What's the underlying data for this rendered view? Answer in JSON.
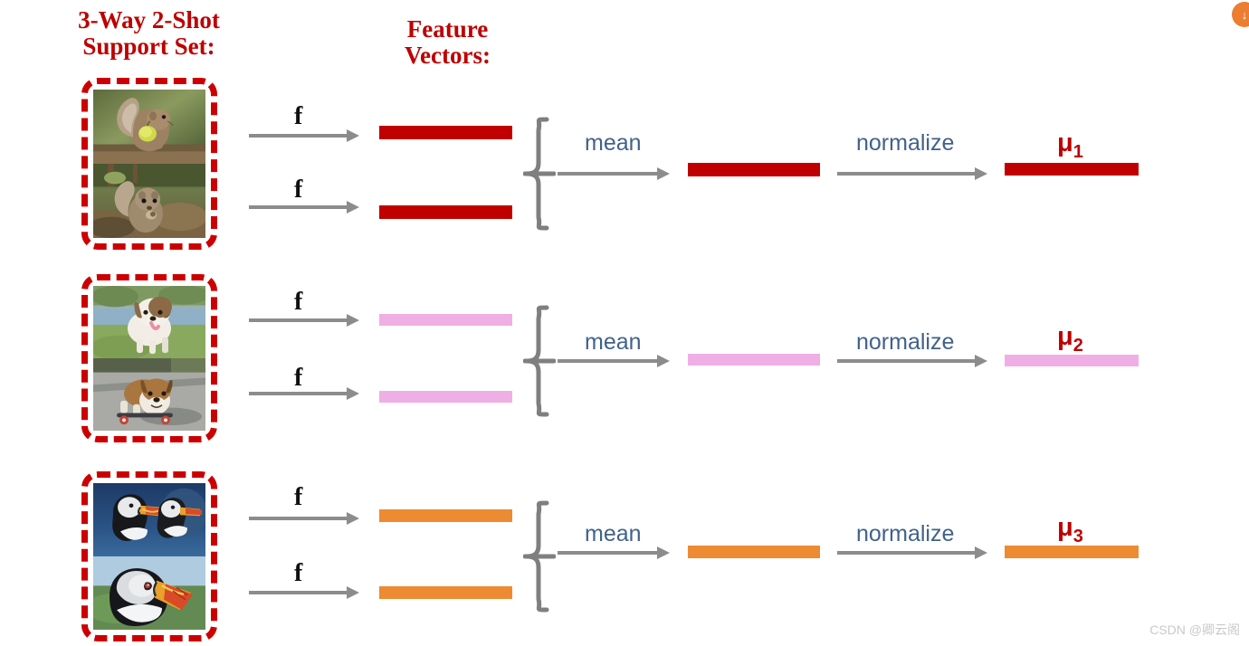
{
  "headings": {
    "support_set": "3-Way 2-Shot\nSupport Set:",
    "support_set_line1": "3-Way 2-Shot",
    "support_set_line2": "Support Set:",
    "feature_vectors_line1": "Feature",
    "feature_vectors_line2": "Vectors:"
  },
  "colors": {
    "title_red": "#BE0000",
    "dashed_box_red": "#CC0000",
    "class1_bar": "#C00000",
    "class2_bar": "#EFAFE4",
    "class3_bar": "#ED8B33",
    "arrow_gray": "#8C8C8C",
    "brace_gray": "#7F7F7F",
    "op_label_blue": "#41628A",
    "f_label_black": "#0F0F0F",
    "watermark_gray": "#C9C9C9",
    "badge_orange": "#ED7D31"
  },
  "labels": {
    "encoder": "f",
    "mean": "mean",
    "normalize": "normalize"
  },
  "rows": [
    {
      "class_index": 1,
      "class_name": "squirrel",
      "bar_color": "#C00000",
      "mu_label": "μ",
      "mu_subscript": "1",
      "shots": [
        {
          "alt": "squirrel-holding-apple-photo",
          "name": "support-image-squirrel-1"
        },
        {
          "alt": "squirrel-eating-nut-photo",
          "name": "support-image-squirrel-2"
        }
      ]
    },
    {
      "class_index": 2,
      "class_name": "bulldog",
      "bar_color": "#EFAFE4",
      "mu_label": "μ",
      "mu_subscript": "2",
      "shots": [
        {
          "alt": "bulldog-running-on-grass-photo",
          "name": "support-image-bulldog-1"
        },
        {
          "alt": "bulldog-on-skateboard-photo",
          "name": "support-image-bulldog-2"
        }
      ]
    },
    {
      "class_index": 3,
      "class_name": "puffin",
      "bar_color": "#ED8B33",
      "mu_label": "μ",
      "mu_subscript": "3",
      "shots": [
        {
          "alt": "two-puffins-photo",
          "name": "support-image-puffin-1"
        },
        {
          "alt": "puffin-portrait-photo",
          "name": "support-image-puffin-2"
        }
      ]
    }
  ],
  "watermark": "CSDN @卿云阁",
  "corner_badge": "↓"
}
